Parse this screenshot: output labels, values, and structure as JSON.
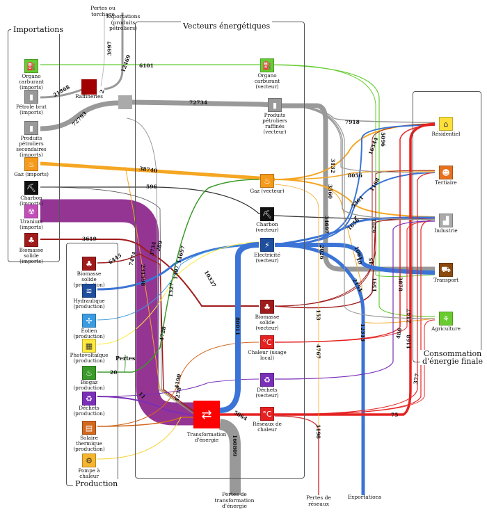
{
  "boxes": {
    "importations": "Importations",
    "vecteurs": "Vecteurs énergétiques",
    "production": "Production",
    "consommation": "Consommation\nd'énergie finale"
  },
  "nodes": {
    "organo_imports": {
      "label": "Organo\ncarburant\n(imports)",
      "color": "#66cc33",
      "icon": "fuel-can-icon",
      "glyph": "⛽"
    },
    "petrole_brut": {
      "label": "Pétrole brut\n(imports)",
      "color": "#999999",
      "icon": "oil-barrel-icon",
      "glyph": "▮"
    },
    "produits_secondaires": {
      "label": "Produits\npétroliers\nsecondaires\n(imports)",
      "color": "#999999",
      "icon": "oil-drum-icon",
      "glyph": "▮"
    },
    "gaz_imports": {
      "label": "Gaz (imports)",
      "color": "#f59a1b",
      "icon": "gas-bottle-icon",
      "glyph": "♨"
    },
    "charbon_imports": {
      "label": "Charbon\n(imports)",
      "color": "#111111",
      "icon": "coal-cart-icon",
      "glyph": "⛏"
    },
    "uranium_imports": {
      "label": "Uranium\n(imports)",
      "color": "#c24fb8",
      "icon": "radioactive-icon",
      "glyph": "☢"
    },
    "biomasse_imports": {
      "label": "Biomasse\nsolide\n(imports)",
      "color": "#a01c1c",
      "icon": "wood-icon",
      "glyph": "♣"
    },
    "raffineries": {
      "label": "Raffineries",
      "color": "#a00000",
      "icon": "refinery-icon",
      "glyph": ""
    },
    "biomasse_prod": {
      "label": "Biomasse\nsolide\n(production)",
      "color": "#a01c1c",
      "icon": "wood-icon",
      "glyph": "♣"
    },
    "hydraulique": {
      "label": "Hydraulique\n(production)",
      "color": "#1f4e9c",
      "icon": "dam-icon",
      "glyph": "≋"
    },
    "eolien": {
      "label": "Eolien\n(production)",
      "color": "#3b9be0",
      "icon": "wind-turbine-icon",
      "glyph": "✢"
    },
    "photovoltaique": {
      "label": "Photovoltaïque\n(production)",
      "color": "#ffe940",
      "icon": "solar-panel-icon",
      "glyph": "▦"
    },
    "biogaz": {
      "label": "Biogaz\n(production)",
      "color": "#3a9a2a",
      "icon": "biogas-icon",
      "glyph": "♨"
    },
    "dechets_prod": {
      "label": "Déchets\n(production)",
      "color": "#7a2fb8",
      "icon": "waste-bin-icon",
      "glyph": "♻"
    },
    "solaire_thermique": {
      "label": "Solaire\nthermique\n(production)",
      "color": "#d2691e",
      "icon": "solar-thermal-icon",
      "glyph": "▤"
    },
    "pompe_chaleur": {
      "label": "Pompe à\nchaleur",
      "color": "#f5b52e",
      "icon": "heat-pump-icon",
      "glyph": "⚙"
    },
    "organo_vecteur": {
      "label": "Organo\ncarburant\n(vecteur)",
      "color": "#66cc33",
      "icon": "fuel-can-icon",
      "glyph": "⛽"
    },
    "produits_raffines": {
      "label": "Produits\npétroliers\nraffinés\n(vecteur)",
      "color": "#999999",
      "icon": "oil-drum-icon",
      "glyph": "▮"
    },
    "gaz_vecteur": {
      "label": "Gaz (vecteur)",
      "color": "#f59a1b",
      "icon": "gas-bottle-icon",
      "glyph": "♨"
    },
    "charbon_vecteur": {
      "label": "Charbon\n(vecteur)",
      "color": "#111111",
      "icon": "coal-cart-icon",
      "glyph": "⛏"
    },
    "electricite": {
      "label": "Electricité\n(vecteur)",
      "color": "#1f4e9c",
      "icon": "lightning-icon",
      "glyph": "⚡"
    },
    "biomasse_vecteur": {
      "label": "Biomasse\nsolide\n(vecteur)",
      "color": "#a01c1c",
      "icon": "wood-icon",
      "glyph": "♣"
    },
    "chaleur_local": {
      "label": "Chaleur (usage\nlocal)",
      "color": "#e52222",
      "icon": "heat-icon",
      "glyph": "°C"
    },
    "dechets_vecteur": {
      "label": "Déchets\n(vecteur)",
      "color": "#7a2fb8",
      "icon": "waste-bin-icon",
      "glyph": "♻"
    },
    "reseaux_chaleur": {
      "label": "Réseaux de\nchaleur",
      "color": "#e52222",
      "icon": "heat-icon",
      "glyph": "°C"
    },
    "transformation": {
      "label": "Transformation\nd'énergie",
      "color": "#ff0000",
      "icon": "transformation-icon",
      "glyph": "⇄"
    },
    "residentiel": {
      "label": "Résidentiel",
      "color": "#ffe03a",
      "icon": "house-icon",
      "glyph": "⌂"
    },
    "tertiaire": {
      "label": "Tertiaire",
      "color": "#e6711e",
      "icon": "office-worker-icon",
      "glyph": "☻"
    },
    "industrie": {
      "label": "Industrie",
      "color": "#aaaaaa",
      "icon": "factory-icon",
      "glyph": "▟"
    },
    "transport": {
      "label": "Transport",
      "color": "#8b4a10",
      "icon": "truck-icon",
      "glyph": "⛟"
    },
    "agriculture": {
      "label": "Agriculture",
      "color": "#6acb2e",
      "icon": "tractor-icon",
      "glyph": "⚘"
    }
  },
  "sinks": {
    "pertes_torchage": "Pertes ou\ntorchage",
    "exportations_petroliers": "Exportations\n(produits\npétroliers)",
    "pertes_transformation": "Pertes de\ntransformation\nd'énergie",
    "pertes_reseaux": "Pertes de\nréseaux",
    "exportations": "Exportations",
    "pertes": "Pertes"
  },
  "flow_values": {
    "organo_direct": "6101",
    "petrole_brut": "21868",
    "produits_secondaires": "72793",
    "to_raffines": "72734",
    "pertes_torchage": "3997",
    "exportations_petroliers": "12469",
    "raffineries_out": "2",
    "gaz": "38740",
    "charbon": "596",
    "biomasse_imports": "3619",
    "biomasse_prod": "6445",
    "uranium": "231598",
    "biogaz": "20",
    "electricite_main": "80011",
    "exportations": "12313",
    "pertes_transformation": "160809",
    "pertes_reseaux": "1198",
    "residentiel_petrole": "7918",
    "v_16344": "16344",
    "v_8056": "8056",
    "v_3560": "3560",
    "v_3132": "3132",
    "v_34697": "34697",
    "v_6201": "6201",
    "v_5096": "5096",
    "v_3878": "3878",
    "v_2147": "2147",
    "v_1168": "1168",
    "v_1397": "1397",
    "v_10337": "10337",
    "v_4767": "4767",
    "v_4": "4",
    "v_7474": "7474",
    "v_289": "289",
    "v_3734": "3734",
    "v_14697": "14697",
    "v_1327": "1327",
    "v_4728": "4728",
    "v_4190": "4190",
    "v_4238": "4238",
    "v_5064": "5064",
    "v_10": "10",
    "v_75": "75",
    "v_377": "377",
    "v_1591": "1591",
    "v_486": "486",
    "v_2026": "2026",
    "v_153": "153",
    "v_11": "11",
    "v_2151": "2151",
    "v_1656": "1656",
    "v_1061": "1061",
    "v_5361": "5361",
    "v_45": "45"
  }
}
